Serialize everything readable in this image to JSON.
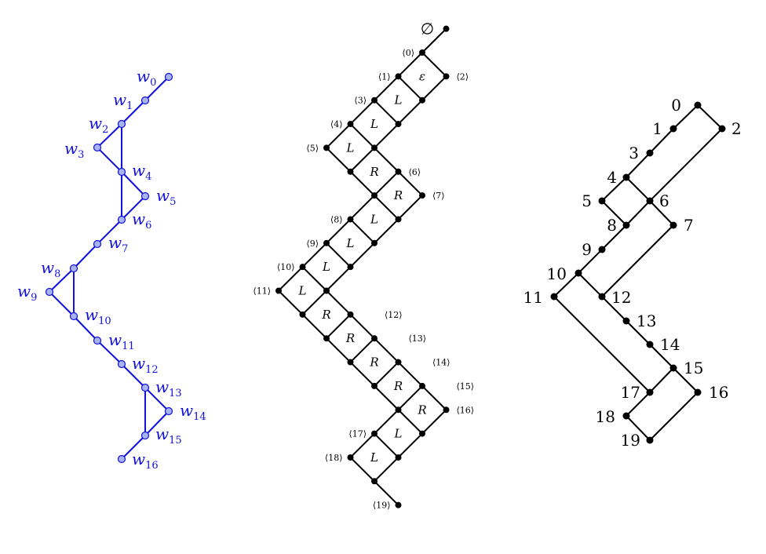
{
  "blue_graph": {
    "color": "#1010e0",
    "node_fill": "#a8b4f0",
    "labels": [
      {
        "id": "w0",
        "base": "w",
        "sub": "0"
      },
      {
        "id": "w1",
        "base": "w",
        "sub": "1"
      },
      {
        "id": "w2",
        "base": "w",
        "sub": "2"
      },
      {
        "id": "w3",
        "base": "w",
        "sub": "3"
      },
      {
        "id": "w4",
        "base": "w",
        "sub": "4"
      },
      {
        "id": "w5",
        "base": "w",
        "sub": "5"
      },
      {
        "id": "w6",
        "base": "w",
        "sub": "6"
      },
      {
        "id": "w7",
        "base": "w",
        "sub": "7"
      },
      {
        "id": "w8",
        "base": "w",
        "sub": "8"
      },
      {
        "id": "w9",
        "base": "w",
        "sub": "9"
      },
      {
        "id": "w10",
        "base": "w",
        "sub": "10"
      },
      {
        "id": "w11",
        "base": "w",
        "sub": "11"
      },
      {
        "id": "w12",
        "base": "w",
        "sub": "12"
      },
      {
        "id": "w13",
        "base": "w",
        "sub": "13"
      },
      {
        "id": "w14",
        "base": "w",
        "sub": "14"
      },
      {
        "id": "w15",
        "base": "w",
        "sub": "15"
      },
      {
        "id": "w16",
        "base": "w",
        "sub": "16"
      }
    ],
    "edges": [
      [
        "w0",
        "w1"
      ],
      [
        "w1",
        "w2"
      ],
      [
        "w2",
        "w3"
      ],
      [
        "w2",
        "w4"
      ],
      [
        "w3",
        "w4"
      ],
      [
        "w4",
        "w5"
      ],
      [
        "w4",
        "w6"
      ],
      [
        "w5",
        "w6"
      ],
      [
        "w6",
        "w7"
      ],
      [
        "w7",
        "w8"
      ],
      [
        "w8",
        "w9"
      ],
      [
        "w8",
        "w10"
      ],
      [
        "w9",
        "w10"
      ],
      [
        "w10",
        "w11"
      ],
      [
        "w11",
        "w12"
      ],
      [
        "w12",
        "w13"
      ],
      [
        "w13",
        "w14"
      ],
      [
        "w13",
        "w15"
      ],
      [
        "w14",
        "w15"
      ],
      [
        "w15",
        "w16"
      ]
    ]
  },
  "middle_graph": {
    "empty_label": "∅",
    "nodes": [
      {
        "id": "empty",
        "label": ""
      },
      {
        "id": "n0",
        "label": "⟨0⟩"
      },
      {
        "id": "n1",
        "label": "⟨1⟩"
      },
      {
        "id": "n2",
        "label": "⟨2⟩"
      },
      {
        "id": "n3",
        "label": "⟨3⟩"
      },
      {
        "id": "n4",
        "label": "⟨4⟩"
      },
      {
        "id": "n5",
        "label": "⟨5⟩"
      },
      {
        "id": "n6",
        "label": "⟨6⟩"
      },
      {
        "id": "n7",
        "label": "⟨7⟩"
      },
      {
        "id": "n8",
        "label": "⟨8⟩"
      },
      {
        "id": "n9",
        "label": "⟨9⟩"
      },
      {
        "id": "n10",
        "label": "⟨10⟩"
      },
      {
        "id": "n11",
        "label": "⟨11⟩"
      },
      {
        "id": "n12",
        "label": "⟨12⟩"
      },
      {
        "id": "n13",
        "label": "⟨13⟩"
      },
      {
        "id": "n14",
        "label": "⟨14⟩"
      },
      {
        "id": "n15",
        "label": "⟨15⟩"
      },
      {
        "id": "n16",
        "label": "⟨16⟩"
      },
      {
        "id": "n17",
        "label": "⟨17⟩"
      },
      {
        "id": "n18",
        "label": "⟨18⟩"
      },
      {
        "id": "n19",
        "label": "⟨19⟩"
      }
    ],
    "cells": [
      "ε",
      "L",
      "L",
      "L",
      "R",
      "R",
      "L",
      "L",
      "L",
      "L",
      "R",
      "R",
      "R",
      "R",
      "R",
      "L",
      "L"
    ]
  },
  "right_graph": {
    "labels": [
      "0",
      "1",
      "2",
      "3",
      "4",
      "5",
      "6",
      "7",
      "8",
      "9",
      "10",
      "11",
      "12",
      "13",
      "14",
      "15",
      "16",
      "17",
      "18",
      "19"
    ]
  }
}
